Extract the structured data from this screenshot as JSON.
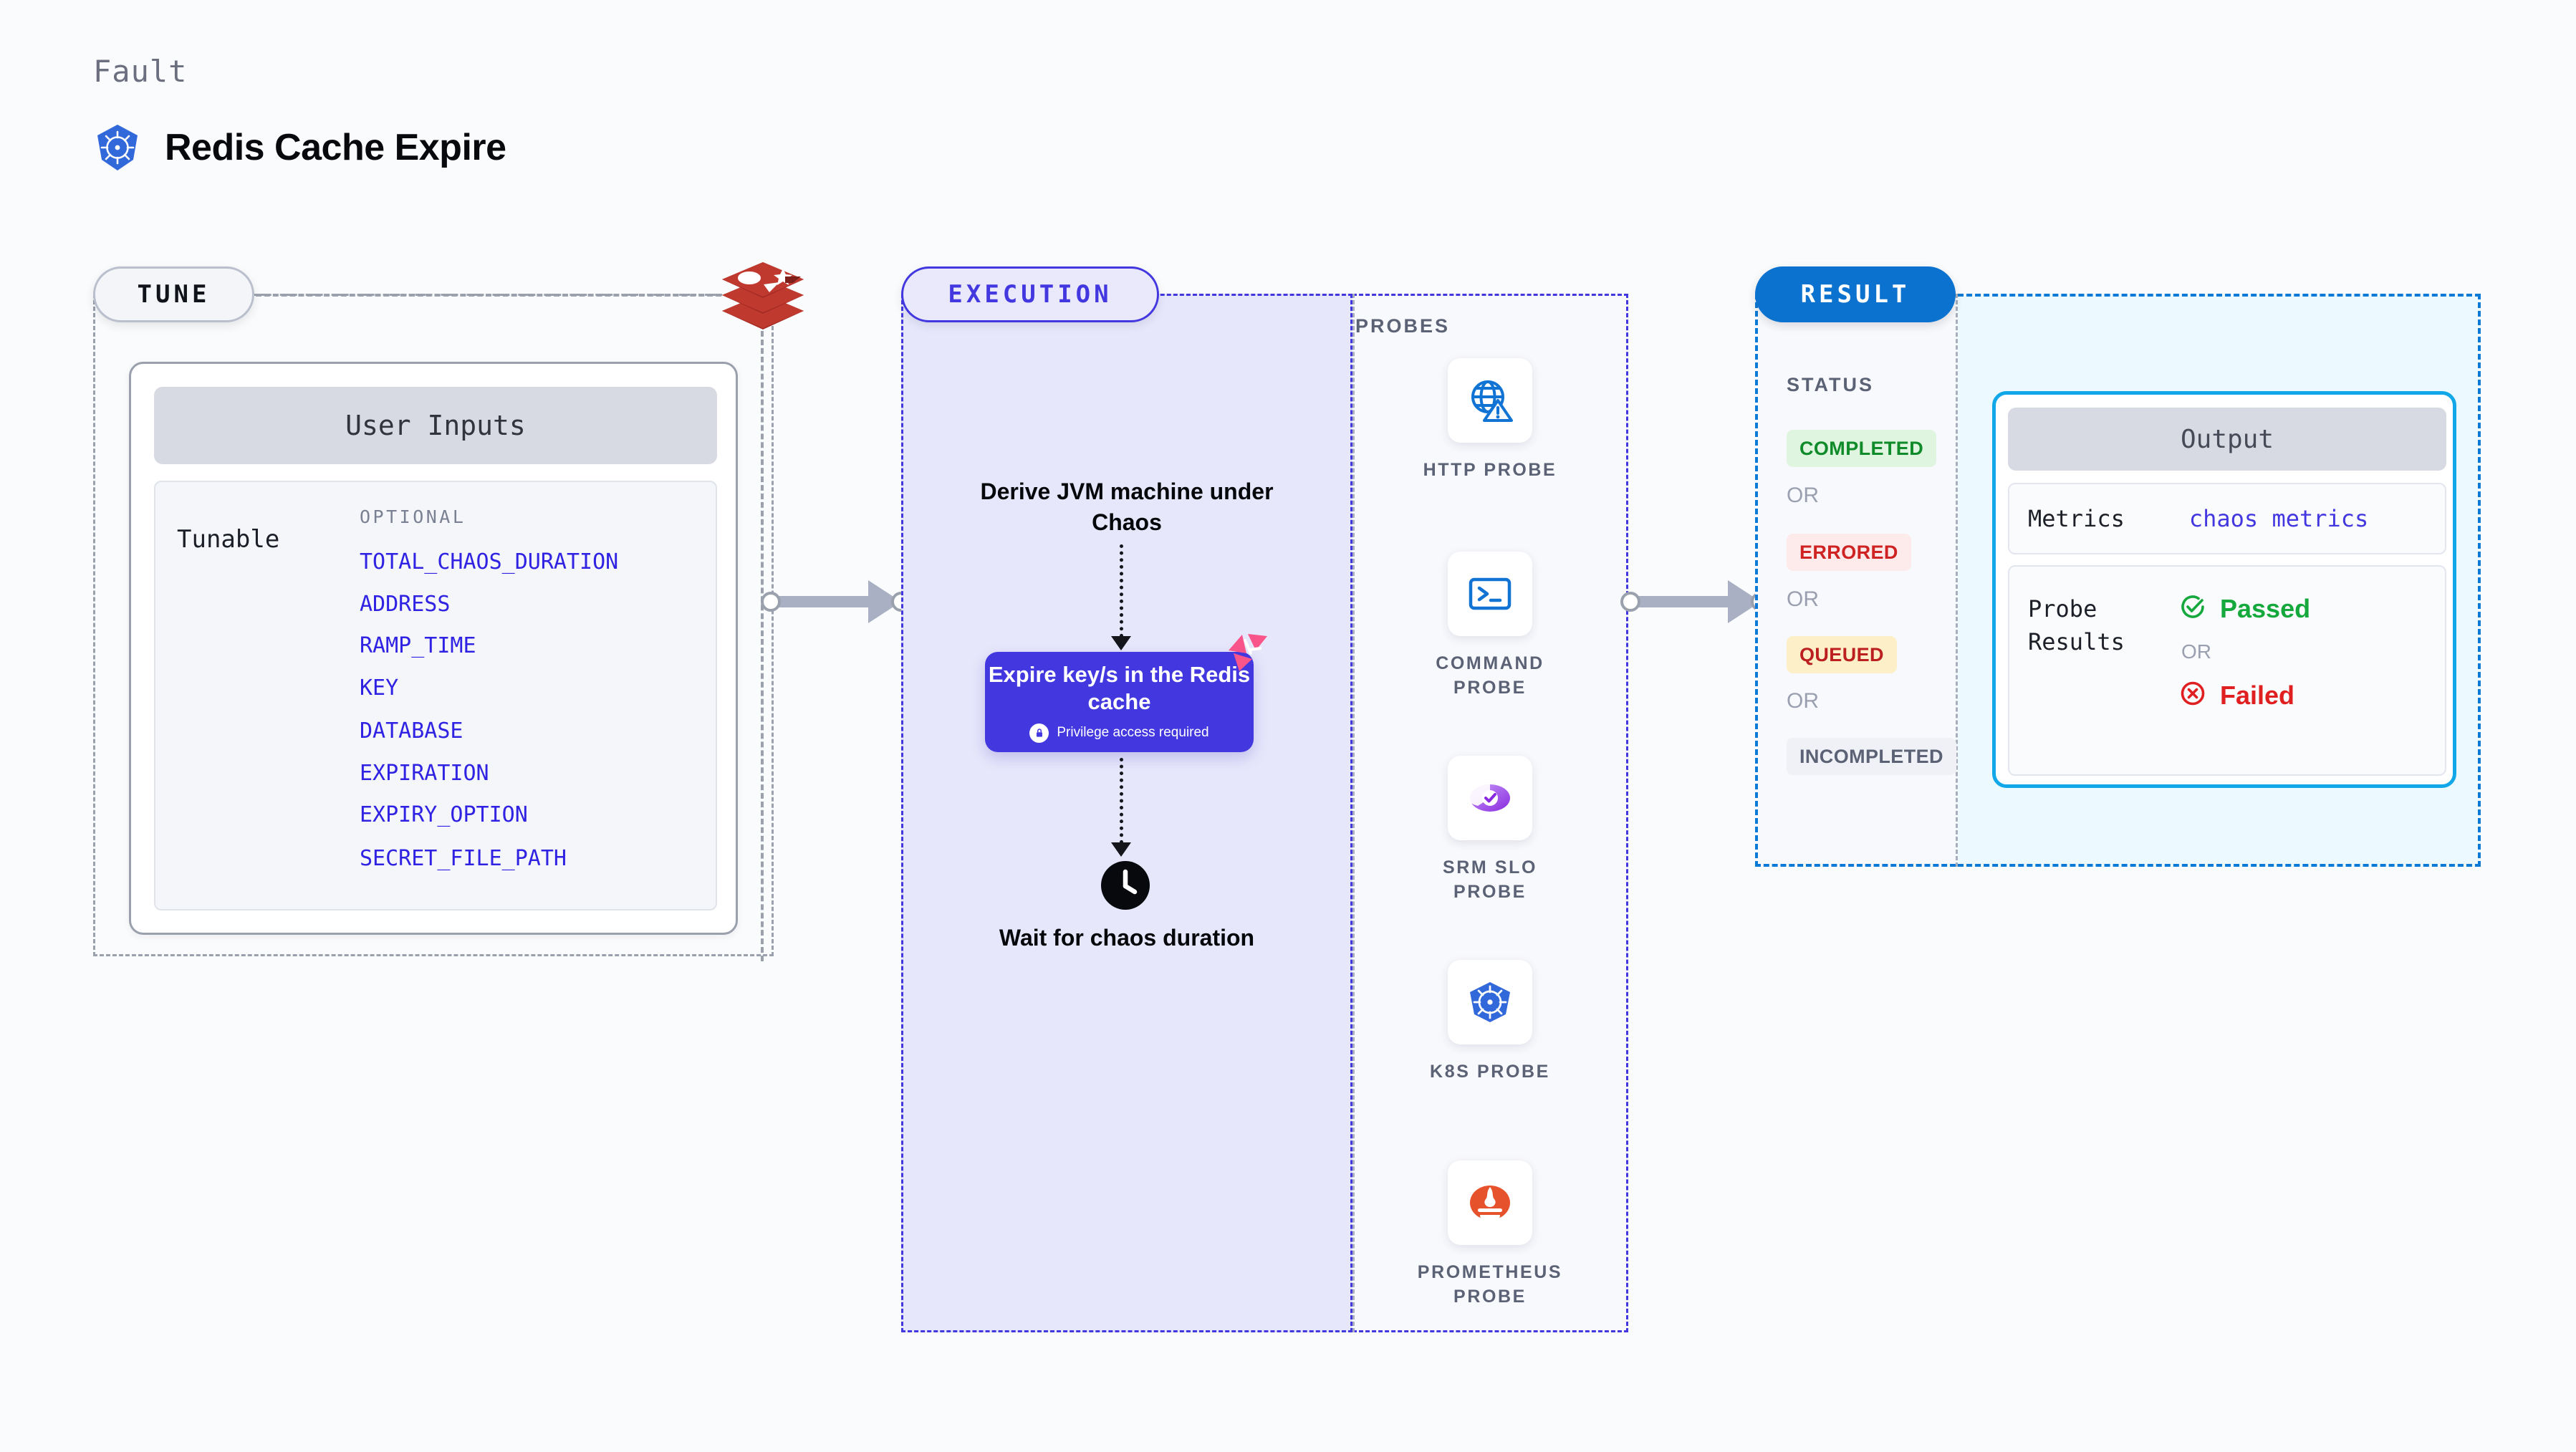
{
  "header": {
    "eyebrow": "Fault",
    "title": "Redis Cache Expire",
    "logo_icon": "kubernetes-icon"
  },
  "tune": {
    "pill_label": "TUNE",
    "source_icon": "redis-logo-icon",
    "card": {
      "title": "User Inputs",
      "group_label": "Tunable",
      "optional_label": "OPTIONAL",
      "tunables": [
        "TOTAL_CHAOS_DURATION",
        "ADDRESS",
        "RAMP_TIME",
        "KEY",
        "DATABASE",
        "EXPIRATION",
        "EXPIRY_OPTION",
        "SECRET_FILE_PATH"
      ]
    }
  },
  "execution": {
    "pill_label": "EXECUTION",
    "step_1": "Derive JVM machine under Chaos",
    "action_card": {
      "title": "Expire key/s in the Redis cache",
      "privilege_note": "Privilege access required",
      "lock_icon": "lock-icon",
      "corner_icon": "harness-pinwheel-icon"
    },
    "step_2": "Wait for chaos duration",
    "clock_icon": "clock-icon"
  },
  "probes": {
    "title": "PROBES",
    "items": [
      {
        "label": "HTTP PROBE",
        "icon": "globe-warning-icon"
      },
      {
        "label": "COMMAND PROBE",
        "icon": "terminal-icon"
      },
      {
        "label": "SRM SLO PROBE",
        "icon": "srm-slo-gauge-icon"
      },
      {
        "label": "K8S PROBE",
        "icon": "kubernetes-icon"
      },
      {
        "label": "PROMETHEUS PROBE",
        "icon": "prometheus-icon"
      }
    ]
  },
  "result": {
    "pill_label": "RESULT",
    "status_title": "STATUS",
    "or_label": "OR",
    "statuses": [
      {
        "label": "COMPLETED",
        "bg": "#dff5e0",
        "fg": "#0f8b29"
      },
      {
        "label": "ERRORED",
        "bg": "#fdeaea",
        "fg": "#cf2222"
      },
      {
        "label": "QUEUED",
        "bg": "#fdf0c9",
        "fg": "#bb1f1f"
      },
      {
        "label": "INCOMPLETED",
        "bg": "#eff1f6",
        "fg": "#5b6275"
      }
    ],
    "output": {
      "title": "Output",
      "metrics_label": "Metrics",
      "metrics_value": "chaos metrics",
      "probe_results_label": "Probe Results",
      "passed_label": "Passed",
      "failed_label": "Failed",
      "or_label": "OR",
      "passed_icon": "check-circle-icon",
      "failed_icon": "x-circle-icon"
    }
  },
  "colors": {
    "indigo": "#4338e0",
    "result_blue": "#0b72cf",
    "cyan": "#11a7e8",
    "redis_red": "#b5302a",
    "k8s_blue": "#3269da"
  }
}
